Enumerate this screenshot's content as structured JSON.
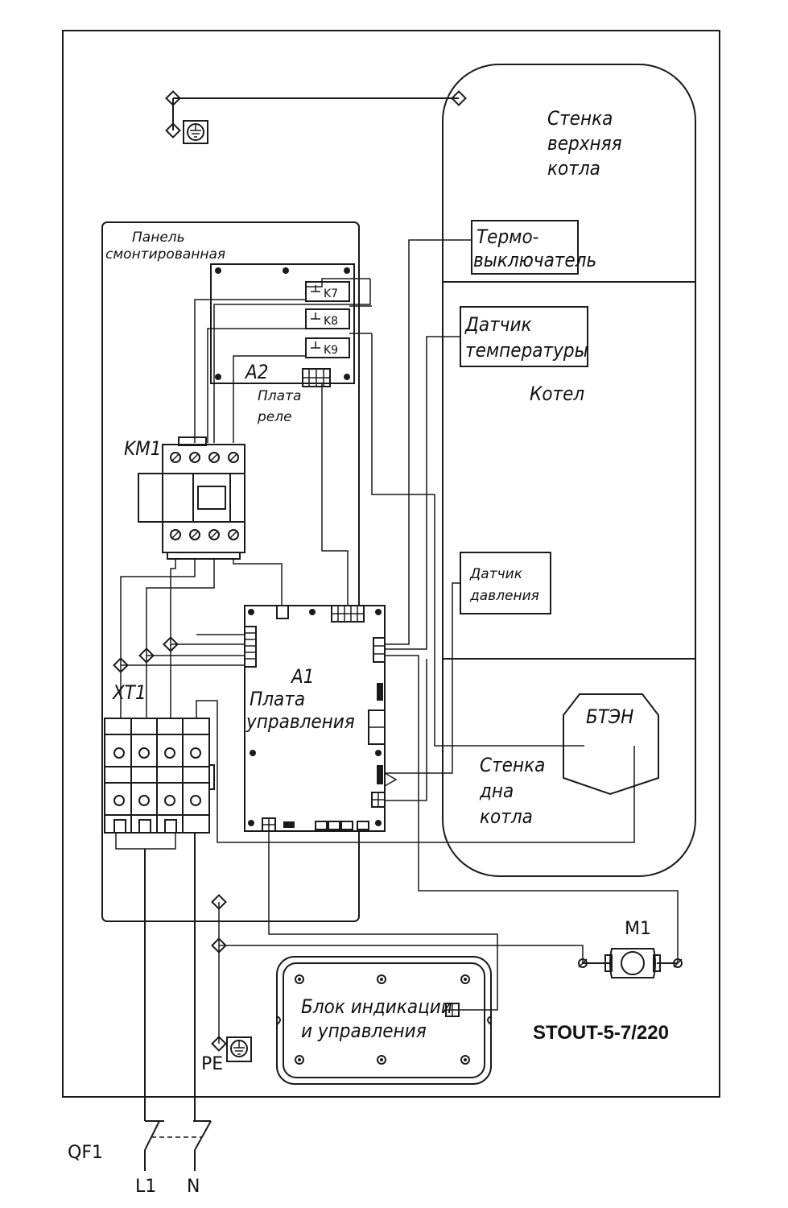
{
  "labels": {
    "boiler_top_wall": [
      "Стенка",
      "верхняя",
      "котла"
    ],
    "thermo_switch": [
      "Термо-",
      "выключатель"
    ],
    "temp_sensor": [
      "Датчик",
      "температуры"
    ],
    "boiler": "Котел",
    "pressure_sensor": [
      "Датчик",
      "давления"
    ],
    "heater": "БТЭН",
    "boiler_bottom_wall": [
      "Стенка",
      "дна",
      "котла"
    ],
    "panel": [
      "Панель",
      "смонтированная"
    ],
    "relay_board_ref": "A2",
    "relay_board": [
      "Плата",
      "реле"
    ],
    "relays": [
      "K7",
      "K8",
      "K9"
    ],
    "contactor": "KM1",
    "terminal_block": "XT1",
    "control_board_ref": "A1",
    "control_board": [
      "Плата",
      "управления"
    ],
    "motor": "M1",
    "display_unit": [
      "Блок индикации",
      "и управления"
    ],
    "model": "STOUT-5-7/220",
    "protective_earth": "PE",
    "breaker": "QF1",
    "line": "L1",
    "neutral": "N"
  },
  "colors": {
    "ink": "#1a1a1a",
    "background": "#ffffff"
  }
}
